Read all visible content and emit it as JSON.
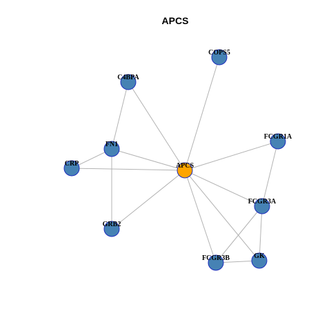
{
  "title": "APCS",
  "colors": {
    "hub_fill": "#FFA500",
    "node_fill": "#4682B4",
    "node_stroke": "#1E2DBE",
    "edge": "#B3B3B3"
  },
  "nodes": [
    {
      "id": "APCS",
      "label": "APCS",
      "role": "hub"
    },
    {
      "id": "COPS5",
      "label": "COPS5",
      "role": "neighbor"
    },
    {
      "id": "C4BPA",
      "label": "C4BPA",
      "role": "neighbor"
    },
    {
      "id": "FN1",
      "label": "FN1",
      "role": "neighbor"
    },
    {
      "id": "CRP",
      "label": "CRP",
      "role": "neighbor"
    },
    {
      "id": "FCGR1A",
      "label": "FCGR1A",
      "role": "neighbor"
    },
    {
      "id": "FCGR3A",
      "label": "FCGR3A",
      "role": "neighbor"
    },
    {
      "id": "GRB2",
      "label": "GRB2",
      "role": "neighbor"
    },
    {
      "id": "FCGR3B",
      "label": "FCGR3B",
      "role": "neighbor"
    },
    {
      "id": "GK",
      "label": "GK",
      "role": "neighbor"
    }
  ],
  "edges": [
    [
      "APCS",
      "COPS5"
    ],
    [
      "APCS",
      "C4BPA"
    ],
    [
      "APCS",
      "FN1"
    ],
    [
      "APCS",
      "CRP"
    ],
    [
      "APCS",
      "FCGR1A"
    ],
    [
      "APCS",
      "FCGR3A"
    ],
    [
      "APCS",
      "GRB2"
    ],
    [
      "APCS",
      "FCGR3B"
    ],
    [
      "APCS",
      "GK"
    ],
    [
      "C4BPA",
      "FN1"
    ],
    [
      "FN1",
      "CRP"
    ],
    [
      "FN1",
      "GRB2"
    ],
    [
      "FCGR1A",
      "FCGR3A"
    ],
    [
      "FCGR3A",
      "FCGR3B"
    ],
    [
      "FCGR3A",
      "GK"
    ],
    [
      "FCGR3B",
      "GK"
    ]
  ]
}
